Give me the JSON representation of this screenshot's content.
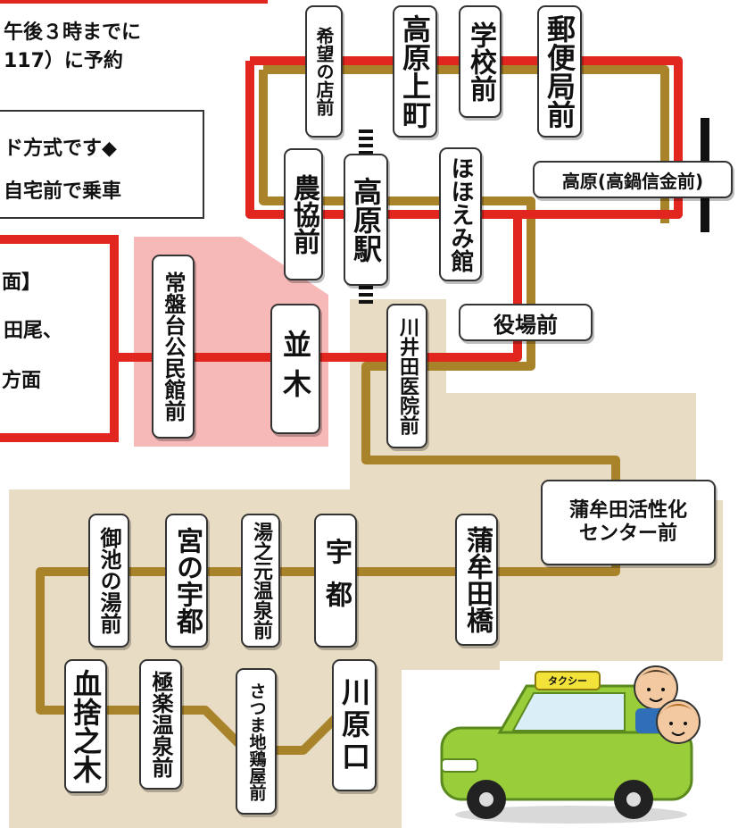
{
  "notice": {
    "line1": "午後３時までに",
    "line2": "117）に予約",
    "box1": "ド方式です◆",
    "box2": "自宅前で乗車",
    "dir_title": "面】",
    "dir_line1": "田尾、",
    "dir_line2": "方面"
  },
  "stops": {
    "kibou": "希望の店前",
    "takahara_kami": "高原上町",
    "gakkou": "学校前",
    "yuubin": "郵便局前",
    "noukyou": "農協前",
    "takahara_eki": "高原駅",
    "hohoemi": "ほほえみ館",
    "takahara_shinkin": "高原(高鍋信金前)",
    "yakuba": "役場前",
    "tokiwadai": "常盤台公民館前",
    "namiki": "並木",
    "kawai": "川井田医院前",
    "kamimuta_center": "蒲牟田活性化センター前",
    "mike_yu": "御池の湯前",
    "miya_no_uto": "宮の宇都",
    "yunomoto": "湯之元温泉前",
    "uto": "宇都",
    "kamimuta_bashi": "蒲牟田橋",
    "chisute": "血捨之木",
    "gokuraku": "極楽温泉前",
    "satsuma": "さつま地鶏屋前",
    "kawaraguchi": "川原口"
  },
  "taxi": {
    "roof_sign": "タクシー"
  },
  "colors": {
    "red_route": "#e0261f",
    "gold_route": "#a8832a",
    "tan_area": "#e9dcc4",
    "pink_area": "#f7b8b8"
  }
}
